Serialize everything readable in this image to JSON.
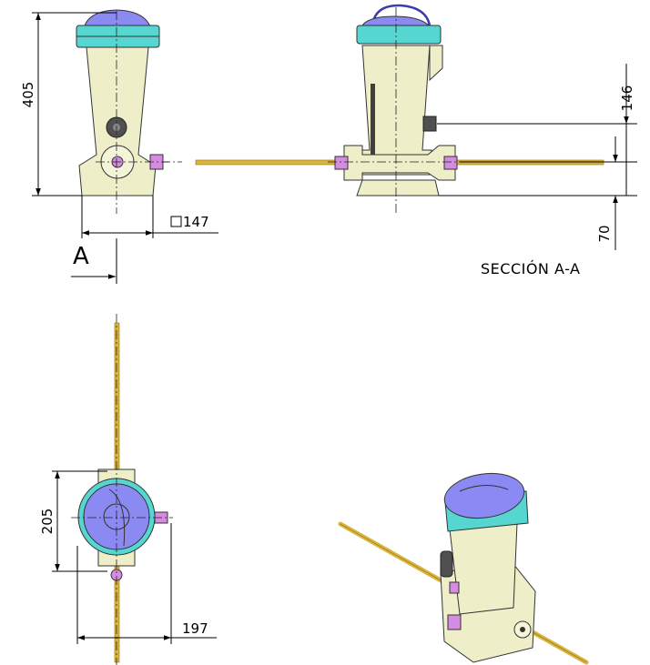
{
  "dimensions": {
    "height_total": "405",
    "base_square": "147",
    "section_upper": "146",
    "section_lower": "70",
    "top_view_width": "205",
    "top_view_span": "197"
  },
  "section_marker": "A",
  "section_caption": "SECCIÓN A-A",
  "colors": {
    "body": "#eeeec8",
    "lid": "#8a8af2",
    "collar": "#56d6d0",
    "pipe": "#d9b43e",
    "valve": "#d58be0",
    "dark_part": "#505050"
  }
}
